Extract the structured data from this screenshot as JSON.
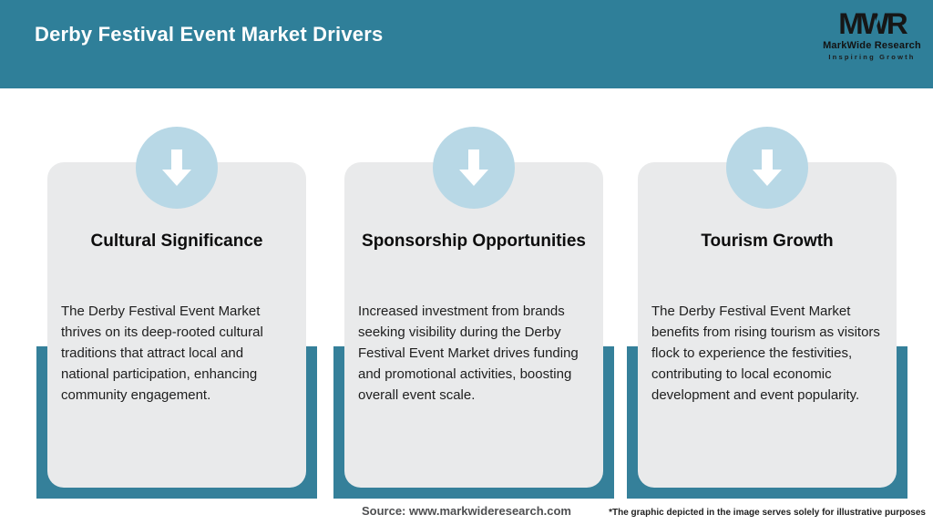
{
  "colors": {
    "header-teal": "#2F7F99",
    "panel-teal": "#35809A",
    "card-bg": "#E9EAEB",
    "circle-blue": "#B8D8E6",
    "title-white": "#FFFFFF",
    "text-dark": "#1E1E1E",
    "source-gray": "#4E4F51"
  },
  "header": {
    "title": "Derby Festival Event Market Drivers",
    "logo": {
      "monogram": "MWR",
      "name": "MarkWide Research",
      "tagline": "Inspiring Growth"
    }
  },
  "cards": [
    {
      "icon": "down-arrow-icon",
      "title": "Cultural Significance",
      "body": "The Derby Festival Event Market thrives on its deep-rooted cultural traditions that attract local and national participation, enhancing community engagement."
    },
    {
      "icon": "down-arrow-icon",
      "title": "Sponsorship Opportunities",
      "body": "Increased investment from brands seeking visibility during the Derby Festival Event Market drives funding and promotional activities, boosting overall event scale."
    },
    {
      "icon": "down-arrow-icon",
      "title": "Tourism Growth",
      "body": "The Derby Festival Event Market benefits from rising tourism as visitors flock to experience the festivities, contributing to local economic development and event popularity."
    }
  ],
  "footer": {
    "source": "Source: www.markwideresearch.com",
    "disclaimer": "*The graphic depicted in the image serves solely for illustrative purposes"
  }
}
